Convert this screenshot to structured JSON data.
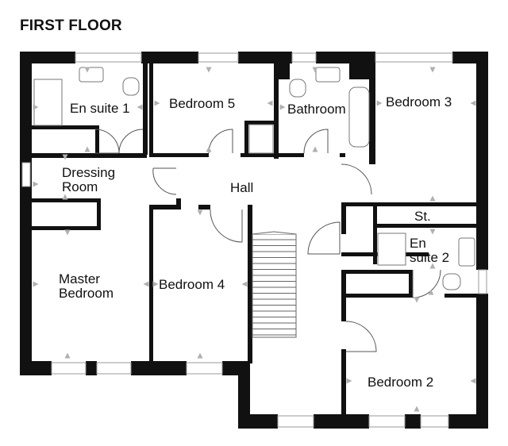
{
  "floor_title": "FIRST FLOOR",
  "rooms": {
    "en_suite_1": "En suite 1",
    "bedroom_5": "Bedroom 5",
    "bathroom": "Bathroom",
    "bedroom_3": "Bedroom 3",
    "dressing_room_line1": "Dressing",
    "dressing_room_line2": "Room",
    "hall": "Hall",
    "store": "St.",
    "en_suite_2_line1": "En",
    "en_suite_2_line2": "suite 2",
    "master_bedroom_line1": "Master",
    "master_bedroom_line2": "Bedroom",
    "bedroom_4": "Bedroom 4",
    "bedroom_2": "Bedroom 2"
  }
}
